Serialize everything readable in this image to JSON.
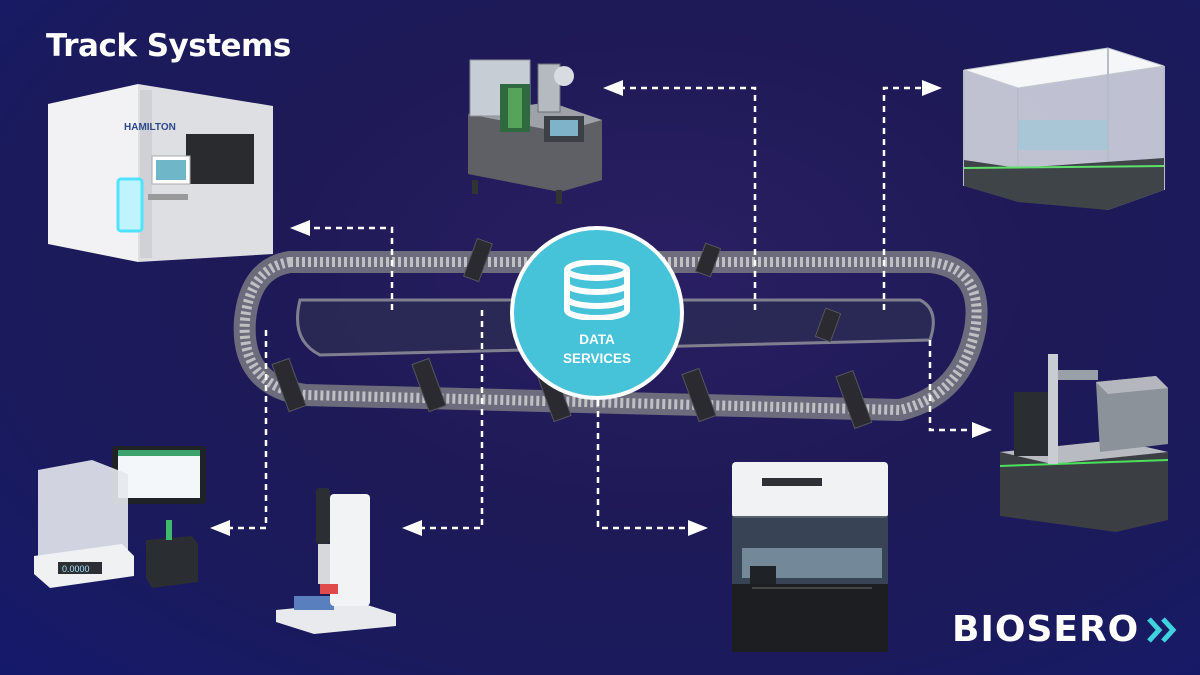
{
  "header": {
    "title": "Track Systems"
  },
  "hub": {
    "line1": "DATA",
    "line2": "SERVICES",
    "icon": "database-icon"
  },
  "devices": {
    "hamilton": {
      "brand": "HAMILTON"
    },
    "balance": {
      "readout": "0.0000"
    }
  },
  "logo": {
    "text": "BIOSERO"
  },
  "colors": {
    "hub": "#46c3d9",
    "background": "#1f1a57",
    "accent": "#3fd3e0"
  }
}
